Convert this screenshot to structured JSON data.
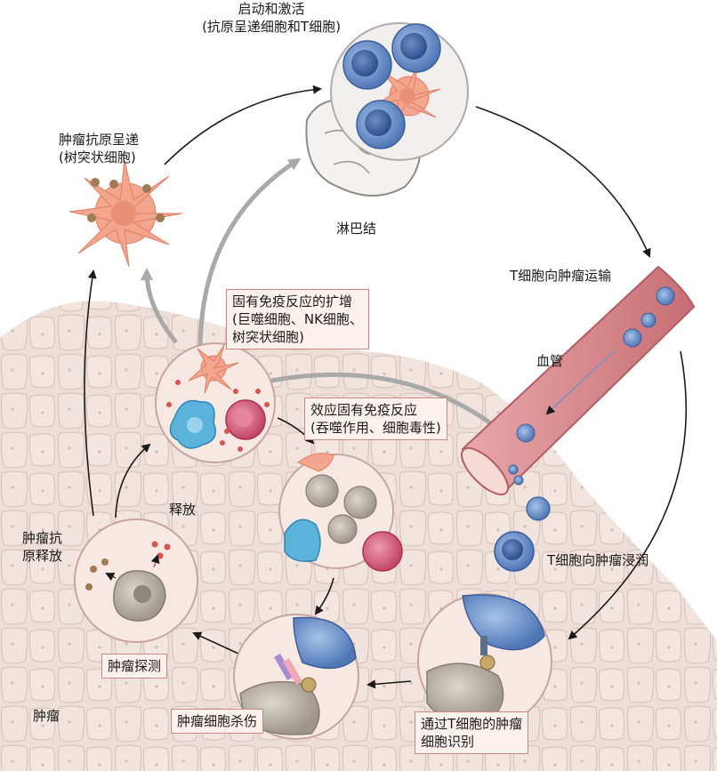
{
  "labels": {
    "activation_title": "启动和激活",
    "activation_sub": "(抗原呈递细胞和T细胞)",
    "lymph_node": "淋巴结",
    "presentation_title": "肿瘤抗原呈递",
    "presentation_sub": "(树突状细胞)",
    "trafficking": "T细胞向肿瘤运输",
    "blood_vessel": "血管",
    "infiltration": "T细胞向肿瘤浸润",
    "innate_amp_1": "固有免疫反应的扩增",
    "innate_amp_2": "(巨噬细胞、NK细胞、",
    "innate_amp_3": "树突状细胞)",
    "effector_1": "效应固有免疫反应",
    "effector_2": "(吞噬作用、细胞毒性)",
    "release": "释放",
    "antigen_release_1": "肿瘤抗",
    "antigen_release_2": "原释放",
    "tumor_detection": "肿瘤探测",
    "tumor_killing": "肿瘤细胞杀伤",
    "recognition_1": "通过T细胞的肿瘤",
    "recognition_2": "细胞识别",
    "tumor": "肿瘤"
  },
  "colors": {
    "tissue": "#ecdcd6",
    "tissue_line": "#d7bfb8",
    "circle_fill": "#f7e8e4",
    "circle_stroke": "#c9a5a1",
    "dendritic": "#f3a58e",
    "t_cell": "#6f93c9",
    "macrophage": "#5bb3db",
    "nk_cell": "#cf5474",
    "tumor_cell": "#bdb6ad",
    "vessel": "#d9868a",
    "box_fill": "#fdf1ee",
    "box_border": "#c98a86",
    "arrow_dark": "#1a1a1a",
    "arrow_grey": "#a9a9a9",
    "red_dots": "#d9534f"
  },
  "icons": [
    "dendritic-cell-icon",
    "t-cell-icon",
    "lymph-node-icon",
    "blood-vessel-icon",
    "macrophage-icon",
    "nk-cell-icon",
    "tumor-cell-icon",
    "tcr-receptor-icon"
  ]
}
